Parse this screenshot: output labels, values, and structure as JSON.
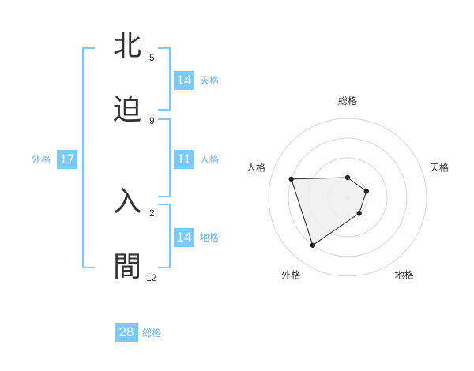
{
  "colors": {
    "accent": "#7cc8f8",
    "accent_text": "#6ab4e6",
    "text": "#333333",
    "grid": "#d8d8d8",
    "fill": "#eeeeee",
    "line": "#222222"
  },
  "name": {
    "chars": [
      {
        "char": "北",
        "strokes": "5"
      },
      {
        "char": "迫",
        "strokes": "9"
      },
      {
        "char": "入",
        "strokes": "2"
      },
      {
        "char": "間",
        "strokes": "12"
      }
    ]
  },
  "fortune": {
    "tenkaku": {
      "label": "天格",
      "value": "14"
    },
    "jinkaku": {
      "label": "人格",
      "value": "11"
    },
    "chikaku": {
      "label": "地格",
      "value": "14"
    },
    "gaikaku": {
      "label": "外格",
      "value": "17"
    },
    "soukaku": {
      "label": "総格",
      "value": "28"
    }
  },
  "chart_data": {
    "type": "radar",
    "axes": [
      "総格",
      "天格",
      "地格",
      "外格",
      "人格"
    ],
    "values": [
      1,
      1,
      1,
      3,
      3
    ],
    "max": 4,
    "rings": 4,
    "grid": true
  }
}
